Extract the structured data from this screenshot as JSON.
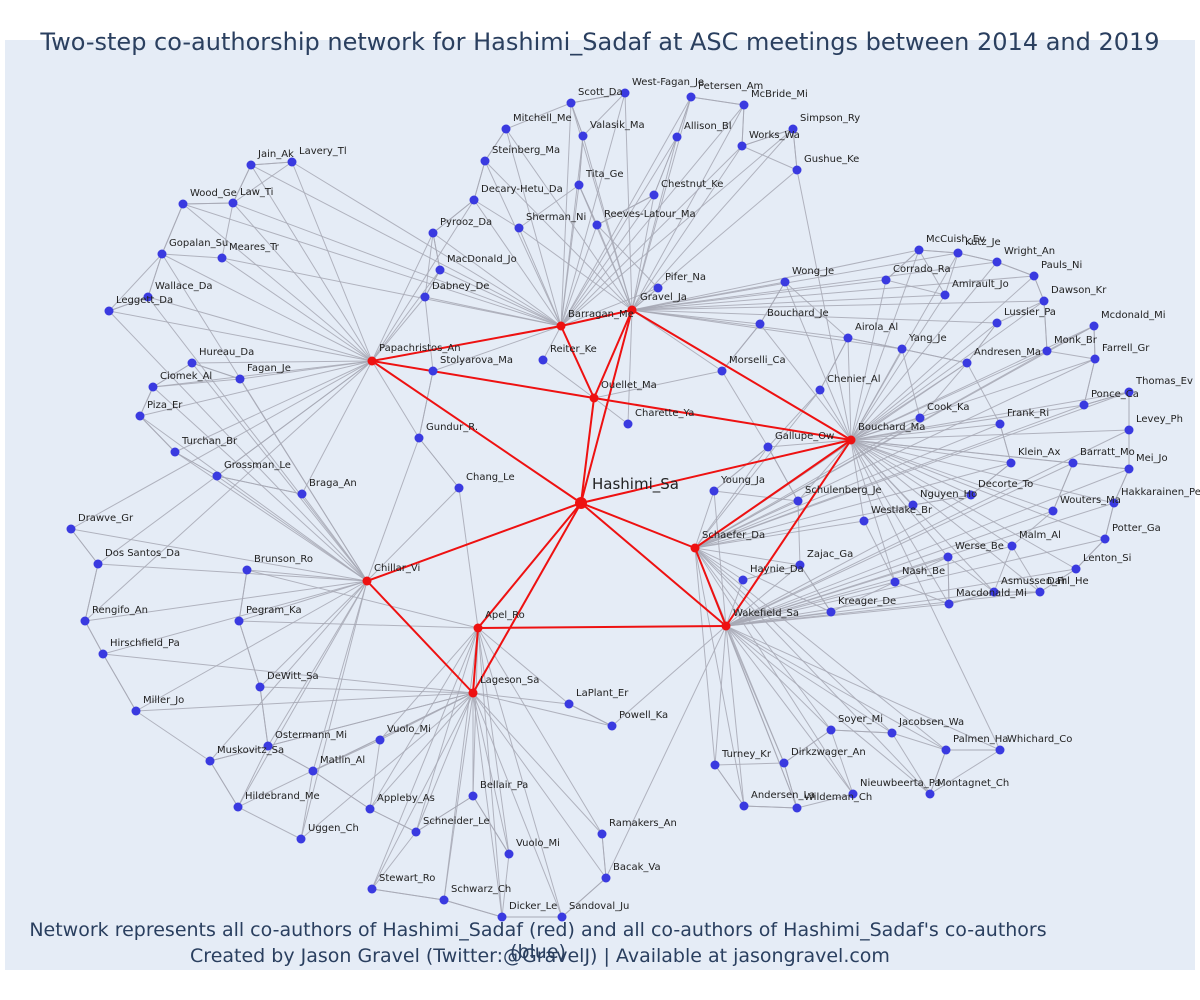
{
  "title": "Two-step co-authorship network for Hashimi_Sadaf at ASC meetings between 2014 and 2019",
  "footer": {
    "line1": "Network represents all co-authors of Hashimi_Sadaf (red) and all co-authors of Hashimi_Sadaf's co-authors (blue)",
    "line2": "Created by Jason Gravel (Twitter:@GravelJ) | Available at jasongravel.com"
  },
  "colors": {
    "background": "#e5ecf6",
    "red": "#ee1111",
    "blue": "#3a3ae0",
    "edge": "#a7a9b5",
    "text": "#2a3f5f"
  },
  "network": {
    "center": "Hashimi_Sa",
    "red_nodes": [
      "Hashimi_Sa",
      "Papachristos_An",
      "Ouellet_Ma",
      "Barragan_Me",
      "Gravel_Ja",
      "Bouchard_Ma",
      "Schaefer_Da",
      "Wakefield_Sa",
      "Apel_Ro",
      "Chillar_Vi",
      "Lageson_Sa"
    ],
    "red_edges": [
      [
        "Hashimi_Sa",
        "Papachristos_An"
      ],
      [
        "Hashimi_Sa",
        "Ouellet_Ma"
      ],
      [
        "Hashimi_Sa",
        "Gravel_Ja"
      ],
      [
        "Hashimi_Sa",
        "Bouchard_Ma"
      ],
      [
        "Hashimi_Sa",
        "Schaefer_Da"
      ],
      [
        "Hashimi_Sa",
        "Wakefield_Sa"
      ],
      [
        "Hashimi_Sa",
        "Apel_Ro"
      ],
      [
        "Hashimi_Sa",
        "Chillar_Vi"
      ],
      [
        "Hashimi_Sa",
        "Lageson_Sa"
      ],
      [
        "Papachristos_An",
        "Barragan_Me"
      ],
      [
        "Papachristos_An",
        "Ouellet_Ma"
      ],
      [
        "Barragan_Me",
        "Gravel_Ja"
      ],
      [
        "Gravel_Ja",
        "Ouellet_Ma"
      ],
      [
        "Gravel_Ja",
        "Bouchard_Ma"
      ],
      [
        "Ouellet_Ma",
        "Bouchard_Ma"
      ],
      [
        "Bouchard_Ma",
        "Schaefer_Da"
      ],
      [
        "Bouchard_Ma",
        "Wakefield_Sa"
      ],
      [
        "Schaefer_Da",
        "Wakefield_Sa"
      ],
      [
        "Apel_Ro",
        "Wakefield_Sa"
      ],
      [
        "Apel_Ro",
        "Lageson_Sa"
      ],
      [
        "Chillar_Vi",
        "Lageson_Sa"
      ],
      [
        "Ouellet_Ma",
        "Barragan_Me"
      ]
    ],
    "blue_nodes": [
      "Scott_Da",
      "West-Fagan_Je",
      "Petersen_Am",
      "McBride_Mi",
      "Mitchell_Me",
      "Valasik_Ma",
      "Allison_Bl",
      "Simpson_Ry",
      "Works_Wa",
      "Steinberg_Ma",
      "Gushue_Ke",
      "Tita_Ge",
      "Chestnut_Ke",
      "Decary-Hetu_Da",
      "Jain_Ak",
      "Lavery_Tl",
      "Wood_Ge",
      "Law_Ti",
      "Pyrooz_Da",
      "Sherman_Ni",
      "Reeves-Latour_Ma",
      "McCuish_Ev",
      "Kutz_Je",
      "Wright_An",
      "Pauls_Ni",
      "Gopalan_Su",
      "Meares_Tr",
      "MacDonald_Jo",
      "Corrado_Ra",
      "Wong_Je",
      "Pifer_Na",
      "Dawson_Kr",
      "Wallace_Da",
      "Leggett_Da",
      "Dabney_De",
      "Amirault_Jo",
      "Lussier_Pa",
      "Mcdonald_Mi",
      "Bouchard_Je",
      "Airola_Al",
      "Yang_Je",
      "Monk_Br",
      "Farrell_Gr",
      "Hureau_Da",
      "Reiter_Ke",
      "Andresen_Ma",
      "Fagan_Je",
      "Ciomek_Al",
      "Stolyarova_Ma",
      "Morselli_Ca",
      "Thomas_Ev",
      "Chenier_Al",
      "Ponce_Ca",
      "Piza_Er",
      "Cook_Ka",
      "Levey_Ph",
      "Charette_Ya",
      "Frank_Ri",
      "Gundur_R.",
      "Gallupe_Ow",
      "Turchan_Br",
      "Klein_Ax",
      "Barratt_Mo",
      "Mei_Jo",
      "Grossman_Le",
      "Chang_Le",
      "Young_Ja",
      "Decorte_To",
      "Braga_An",
      "Schulenberg_Je",
      "Nguyen_Ho",
      "Hakkarainen_Pe",
      "Wouters_Ma",
      "Drawve_Gr",
      "Westlake_Br",
      "Potter_Ga",
      "Malm_Al",
      "Werse_Be",
      "Lenton_Si",
      "Dos Santos_Da",
      "Zajac_Ga",
      "Haynie_Da",
      "Brunson_Ro",
      "Nash_Be",
      "Asmussen_Fr",
      "Dahl_He",
      "Macdonald_Mi",
      "Rengifo_An",
      "Pegram_Ka",
      "Kreager_De",
      "Hirschfield_Pa",
      "LaPlant_Er",
      "DeWitt_Sa",
      "Miller_Jo",
      "Powell_Ka",
      "Soyer_Mi",
      "Jacobsen_Wa",
      "Ostermann_Mi",
      "Vuolo_Mi",
      "Palmen_Ha",
      "Whichard_Co",
      "Muskovitz_Sa",
      "Matlin_Al",
      "Dirkzwager_An",
      "Turney_Kr",
      "Bellair_Pa",
      "Nieuwbeerta_Pa",
      "Montagnet_Ch",
      "Hildebrand_Me",
      "Appleby_As",
      "Andersen_La",
      "Wildeman_Ch",
      "Schneider_Le",
      "Ramakers_An",
      "Uggen_Ch",
      "Vuolo_Mi",
      "Bacak_Va",
      "Stewart_Ro",
      "Schwarz_Ch",
      "Dicker_Le",
      "Sandoval_Ju"
    ]
  }
}
